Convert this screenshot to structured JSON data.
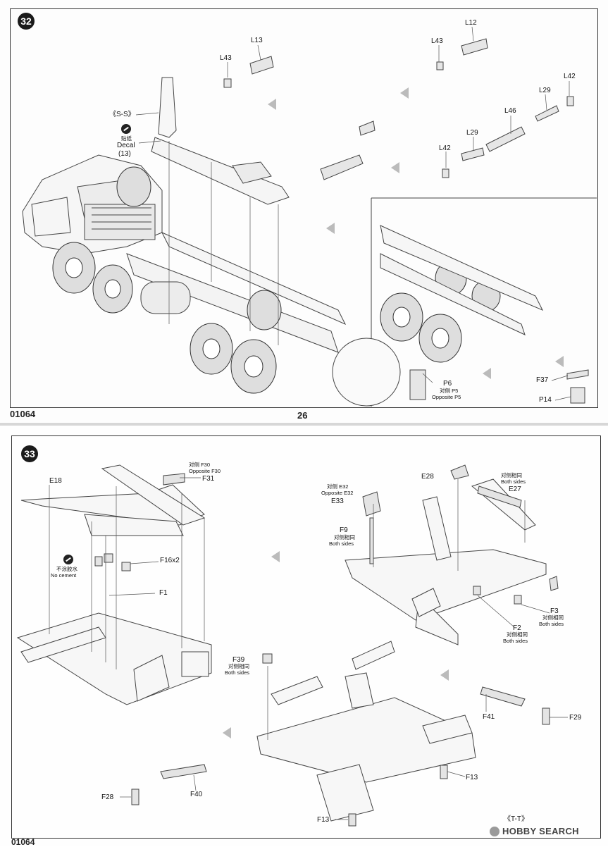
{
  "top_page": {
    "step": "32",
    "code": "01064",
    "page_number": "26",
    "labels": {
      "l13": "L13",
      "l43_a": "L43",
      "l12": "L12",
      "l43_b": "L43",
      "l42_a": "L42",
      "l29_a": "L29",
      "l46": "L46",
      "l29_b": "L29",
      "l42_b": "L42",
      "ss": "《S-S》",
      "decal_cn": "贴纸",
      "decal_en": "Decal",
      "decal_num": "(13)",
      "p6": "P6",
      "p6_cn": "对侧 P5",
      "p6_en": "Opposite P5",
      "f37": "F37",
      "p14": "P14"
    }
  },
  "bottom_page": {
    "step": "33",
    "code": "01064",
    "labels": {
      "e18": "E18",
      "f30_cn": "对侧 F30",
      "f30_en": "Opposite F30",
      "f31": "F31",
      "nocement_cn": "不涂胶水",
      "nocement_en": "No cement",
      "f16": "F16x2",
      "f1": "F1",
      "e28": "E28",
      "e27_cn": "对侧相同",
      "e27_en": "Both sides",
      "e27": "E27",
      "e32_cn": "对侧 E32",
      "e32_en": "Opposite E32",
      "e33": "E33",
      "f9": "F9",
      "f9_cn": "对侧相同",
      "f9_en": "Both sides",
      "f3": "F3",
      "f3_cn": "对侧相同",
      "f3_en": "Both sides",
      "f2": "F2",
      "f2_cn": "对侧相同",
      "f2_en": "Both sides",
      "f39": "F39",
      "f39_cn": "对侧相同",
      "f39_en": "Both sides",
      "f41": "F41",
      "f29": "F29",
      "f13_a": "F13",
      "f28": "F28",
      "f40": "F40",
      "f13_b": "F13",
      "tt": "《T-T》"
    },
    "watermark": "HOBBY SEARCH"
  }
}
